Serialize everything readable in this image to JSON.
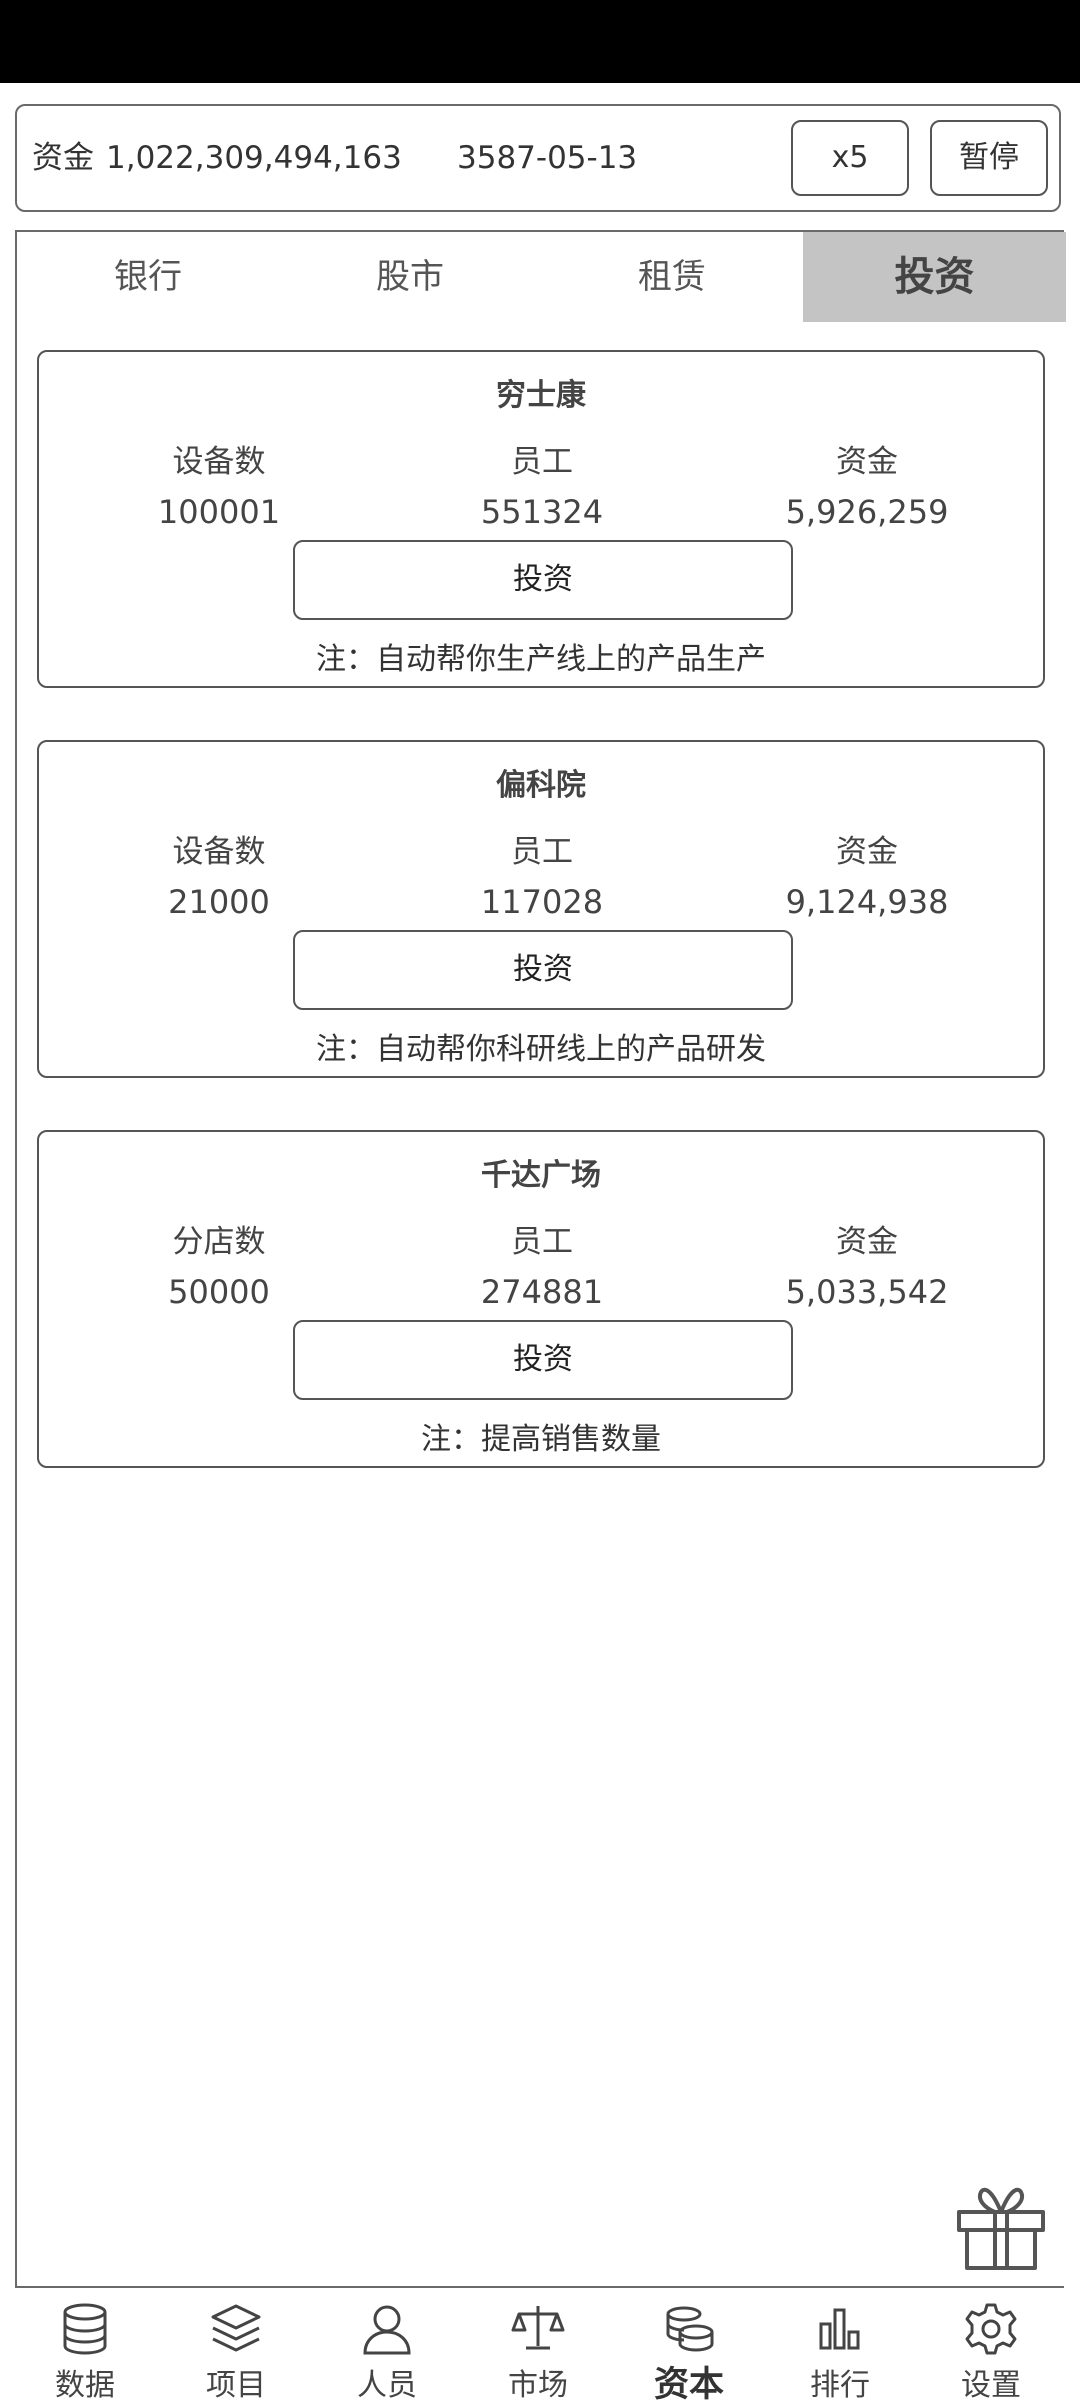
{
  "topbar": {
    "money_label": "资金",
    "money_value": "1,022,309,494,163",
    "date": "3587-05-13",
    "speed_label": "x5",
    "pause_label": "暂停"
  },
  "tabs": [
    {
      "label": "银行"
    },
    {
      "label": "股市"
    },
    {
      "label": "租赁"
    },
    {
      "label": "投资",
      "active": true
    }
  ],
  "cards": [
    {
      "title": "穷士康",
      "stats": [
        {
          "label": "设备数",
          "value": "100001"
        },
        {
          "label": "员工",
          "value": "551324"
        },
        {
          "label": "资金",
          "value": "5,926,259"
        }
      ],
      "button": "投资",
      "note": "注：自动帮你生产线上的产品生产"
    },
    {
      "title": "偏科院",
      "stats": [
        {
          "label": "设备数",
          "value": "21000"
        },
        {
          "label": "员工",
          "value": "117028"
        },
        {
          "label": "资金",
          "value": "9,124,938"
        }
      ],
      "button": "投资",
      "note": "注：自动帮你科研线上的产品研发"
    },
    {
      "title": "千达广场",
      "stats": [
        {
          "label": "分店数",
          "value": "50000"
        },
        {
          "label": "员工",
          "value": "274881"
        },
        {
          "label": "资金",
          "value": "5,033,542"
        }
      ],
      "button": "投资",
      "note": "注：提高销售数量"
    }
  ],
  "gift": {
    "icon": "gift-icon"
  },
  "nav": [
    {
      "label": "数据",
      "icon": "database-icon"
    },
    {
      "label": "项目",
      "icon": "layers-icon"
    },
    {
      "label": "人员",
      "icon": "person-icon"
    },
    {
      "label": "市场",
      "icon": "scale-icon"
    },
    {
      "label": "资本",
      "icon": "coins-icon",
      "active": true
    },
    {
      "label": "排行",
      "icon": "bar-chart-icon"
    },
    {
      "label": "设置",
      "icon": "gear-icon"
    }
  ],
  "colors": {
    "active_tab_bg": "#c4c4c4",
    "border": "#555555",
    "status_bar": "#000000"
  }
}
